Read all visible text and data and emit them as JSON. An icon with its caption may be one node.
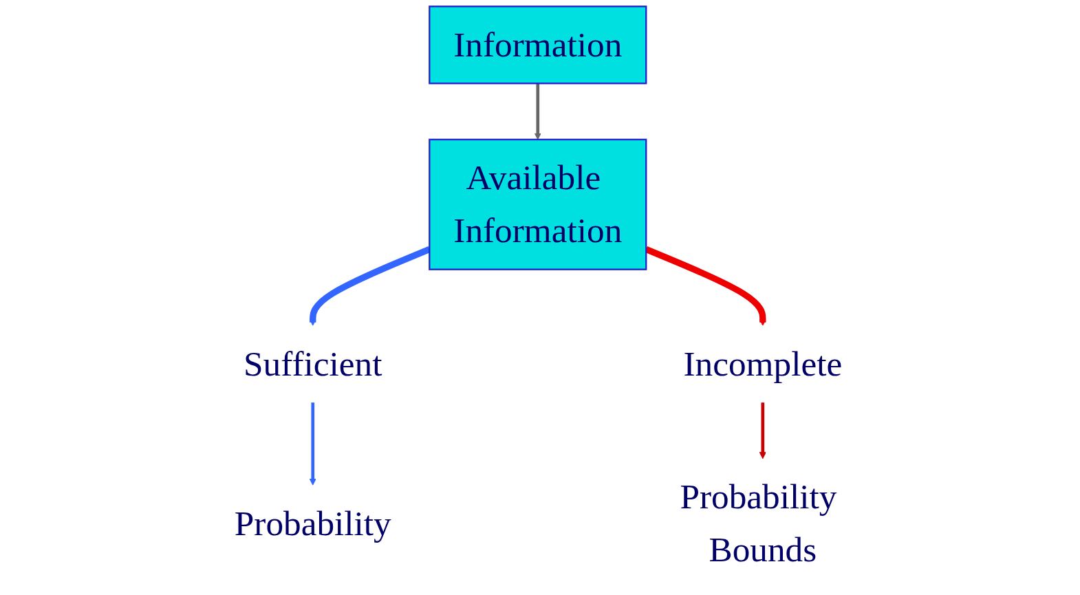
{
  "diagram": {
    "nodes": [
      {
        "text": [
          "Information"
        ]
      },
      {
        "text": [
          "Available Information"
        ]
      },
      {
        "text": [
          "Sufficient"
        ]
      },
      {
        "text": [
          "Incomplete"
        ]
      },
      {
        "text": [
          "Probability"
        ]
      },
      {
        "text": [
          "Probability Bounds"
        ]
      }
    ],
    "edges": [
      {
        "from": 0,
        "to": 1,
        "arrow": "to",
        "color": "#666666"
      },
      {
        "from": 1,
        "to": 2,
        "arrow": "to",
        "style": "thick",
        "color": "#3366ff"
      },
      {
        "from": 1,
        "to": 3,
        "arrow": "to",
        "style": "thick",
        "color": "#ee0000"
      },
      {
        "from": 2,
        "to": 4,
        "arrow": "to",
        "color": "#3366ff"
      },
      {
        "from": 3,
        "to": 5,
        "arrow": "to",
        "color": "#cc0000"
      }
    ]
  }
}
